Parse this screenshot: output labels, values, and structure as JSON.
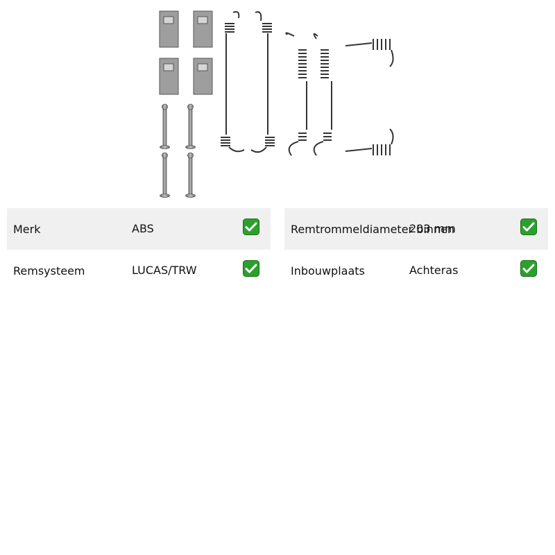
{
  "product": {
    "image_alt": "Brake shoe fitting kit: clips, pins and springs"
  },
  "specs": {
    "left": [
      {
        "label": "Merk",
        "value": "ABS"
      },
      {
        "label": "Remsysteem",
        "value": "LUCAS/TRW"
      }
    ],
    "right": [
      {
        "label": "Remtrommeldiameter binnen",
        "value": "203 mm"
      },
      {
        "label": "Inbouwplaats",
        "value": "Achteras"
      }
    ]
  },
  "colors": {
    "row_shade": "#f0f0f0",
    "check_green": "#2ca02c"
  },
  "icons": {
    "check": "check-mark-button-icon"
  }
}
